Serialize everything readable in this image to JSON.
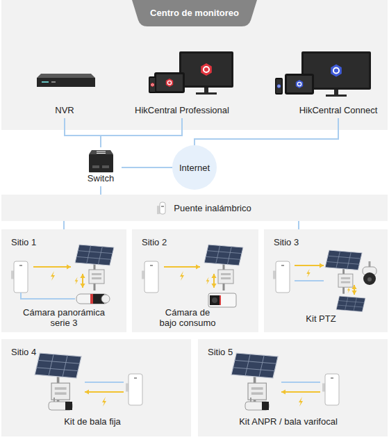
{
  "diagram": {
    "nodes": [
      {
        "text": [
          "Centro de monitoreo"
        ]
      },
      {
        "text": [
          "NVR"
        ],
        "in": 0
      },
      {
        "text": [
          "HikCentral Professional"
        ],
        "in": 0
      },
      {
        "text": [
          "HikCentral Connect"
        ],
        "in": 0
      },
      {
        "text": [
          "Switch"
        ]
      },
      {
        "text": [
          "Internet"
        ]
      },
      {
        "text": [
          "Puente inalámbrico"
        ]
      },
      {
        "text": [
          "Sitio 1",
          "Cámara panorámica serie 3"
        ]
      },
      {
        "text": [
          "Sitio 2",
          "Cámara de bajo consumo"
        ]
      },
      {
        "text": [
          "Sitio 3",
          "Kit PTZ"
        ]
      },
      {
        "text": [
          "Sitio 4",
          "Kit de bala fija"
        ]
      },
      {
        "text": [
          "Sitio 5",
          "Kit ANPR / bala varifocal"
        ]
      }
    ],
    "edges": [
      {
        "from": 1,
        "to": 4,
        "arrow": "none"
      },
      {
        "from": 2,
        "to": 4,
        "arrow": "none"
      },
      {
        "from": 3,
        "to": 5,
        "arrow": "none"
      },
      {
        "from": 4,
        "to": 5,
        "arrow": "none"
      },
      {
        "from": 4,
        "to": 6,
        "arrow": "none"
      },
      {
        "from": 6,
        "to": 7,
        "arrow": "none"
      },
      {
        "from": 6,
        "to": 9,
        "arrow": "none"
      }
    ]
  }
}
